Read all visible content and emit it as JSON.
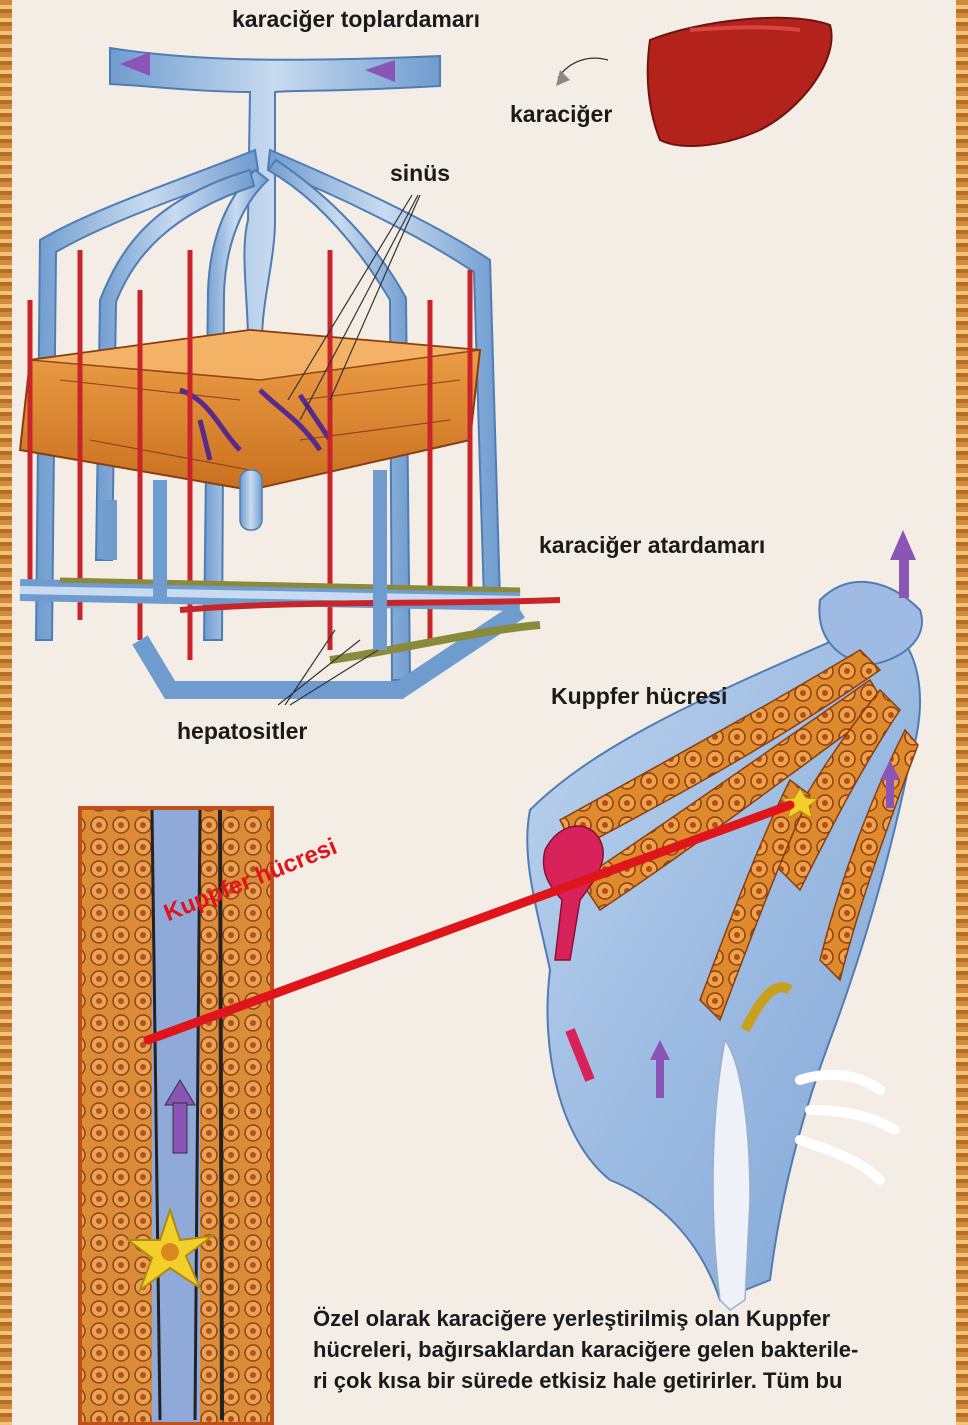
{
  "labels": {
    "hepatic_vein": "karaciğer toplardamarı",
    "liver": "karaciğer",
    "sinus": "sinüs",
    "hepatic_artery": "karaciğer atardamarı",
    "kupffer_cell": "Kuppfer hücresi",
    "hepatocytes": "hepatositler",
    "kupffer_cell_red": "Kuppfer hücresi"
  },
  "caption": {
    "line1": "Özel olarak karaciğere yerleştirilmiş olan Kuppfer",
    "line2": "hücreleri, bağırsaklardan karaciğere gelen bakterile-",
    "line3": "ri çok kısa bir sürede etkisiz hale getirirler. Tüm bu"
  },
  "colors": {
    "vein": "#8fb4dd",
    "artery": "#c8252b",
    "bile": "#8a8a3a",
    "hepatocyte": "#e08a2e",
    "liver": "#b3231c",
    "pointer_red": "#e0151c",
    "kupffer": "#f2cf2a"
  }
}
